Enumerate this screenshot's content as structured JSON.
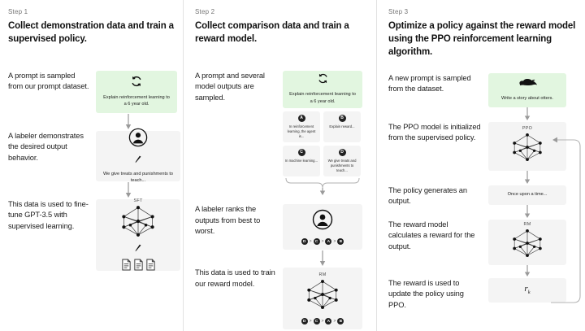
{
  "diagram": {
    "title": "Reinforcement Learning from Human Feedback (RLHF) three-step training process",
    "background": "#ffffff",
    "accent_green": "#e2f6e0",
    "card_gray": "#f4f4f4"
  },
  "steps": [
    {
      "kicker": "Step 1",
      "title": "Collect demonstration data and train a supervised policy.",
      "captions": [
        "A prompt is sampled from our prompt dataset.",
        "A labeler demonstrates the desired output behavior.",
        "This data is used to fine-tune GPT-3.5 with supervised learning."
      ],
      "cards": [
        {
          "kind": "prompt",
          "text": "Explain reinforcement learning to a 6 year old.",
          "icon": "circular-arrows-icon"
        },
        {
          "kind": "labeler",
          "text": "We give treats and punishments to teach...",
          "icon": "labeler-person-icon"
        },
        {
          "kind": "model",
          "label": "SFT",
          "icon": "neural-network-icon",
          "docs": 3
        }
      ]
    },
    {
      "kicker": "Step 2",
      "title": "Collect comparison data and train a reward model.",
      "captions": [
        "A prompt and several model outputs are sampled.",
        "A labeler ranks the outputs from best to worst.",
        "This data is used to train our reward model."
      ],
      "cards": [
        {
          "kind": "prompt",
          "text": "Explain reinforcement learning to a 6 year old.",
          "icon": "circular-arrows-icon"
        },
        {
          "kind": "model",
          "label": "RM",
          "icon": "neural-network-icon"
        }
      ],
      "options": [
        {
          "badge": "A",
          "text": "In reinforcement learning, the agent is..."
        },
        {
          "badge": "B",
          "text": "Explain reward..."
        },
        {
          "badge": "C",
          "text": "In machine learning..."
        },
        {
          "badge": "D",
          "text": "We give treats and punishments to teach..."
        }
      ],
      "ranking": [
        "D",
        "C",
        "A",
        "B"
      ],
      "ranking_separator": ">"
    },
    {
      "kicker": "Step 3",
      "title": "Optimize a policy against the reward model using the PPO reinforcement learning algorithm.",
      "captions": [
        "A new prompt is sampled from the dataset.",
        "The PPO model is initialized from the supervised policy.",
        "The policy generates an output.",
        "The reward model calculates a reward for the output.",
        "The reward is used to update the policy using PPO."
      ],
      "cards": [
        {
          "kind": "prompt",
          "text": "Write a story about otters.",
          "icon": "otter-icon"
        },
        {
          "kind": "model",
          "label": "PPO",
          "icon": "neural-network-icon"
        },
        {
          "kind": "output",
          "text": "Once upon a time..."
        },
        {
          "kind": "model",
          "label": "RM",
          "icon": "neural-network-icon"
        },
        {
          "kind": "reward",
          "symbol": "r",
          "subscript": "k"
        }
      ],
      "feedback_loop": "reward-to-policy-update-arrow"
    }
  ]
}
